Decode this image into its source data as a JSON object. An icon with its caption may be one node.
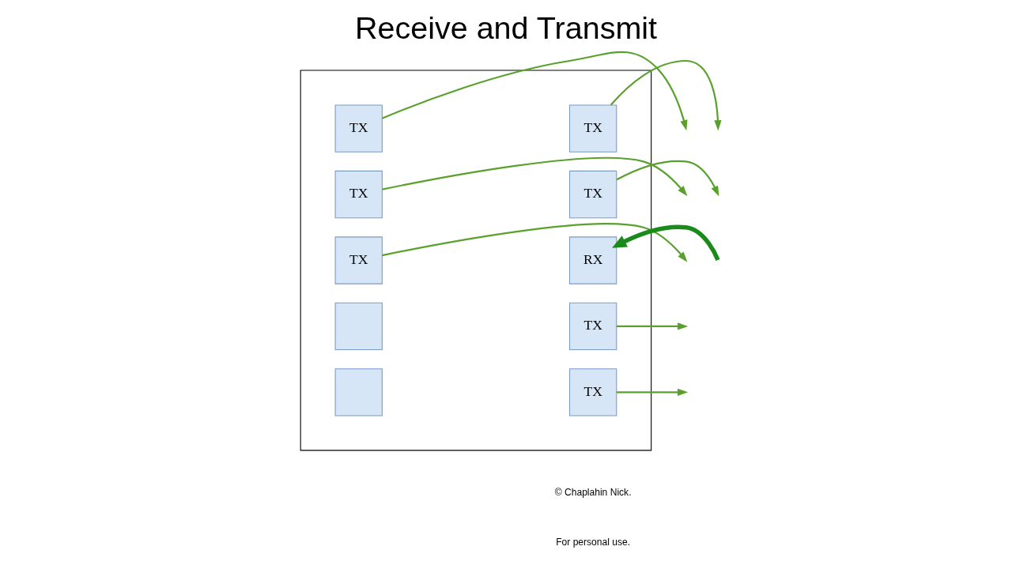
{
  "diagram": {
    "title": "Receive and Transmit",
    "nodes": [
      {
        "text": [],
        "shape": "box"
      },
      {
        "text": [
          "TX"
        ],
        "in": 0
      },
      {
        "text": [
          "TX"
        ],
        "in": 0
      },
      {
        "text": [
          "TX"
        ],
        "in": 0
      },
      {
        "text": [],
        "shape": "box",
        "in": 0
      },
      {
        "text": [],
        "shape": "box",
        "in": 0
      },
      {
        "text": [
          "TX"
        ],
        "in": 0
      },
      {
        "text": [
          "TX"
        ],
        "in": 0
      },
      {
        "text": [
          "RX"
        ],
        "in": 0
      },
      {
        "text": [
          "TX"
        ],
        "in": 0
      },
      {
        "text": [
          "TX"
        ],
        "in": 0
      }
    ],
    "edges": [
      {
        "from": 1,
        "to": null,
        "arrow": "to"
      },
      {
        "from": 2,
        "to": null,
        "arrow": "to"
      },
      {
        "from": 3,
        "to": null,
        "arrow": "to"
      },
      {
        "from": 6,
        "to": null,
        "arrow": "to"
      },
      {
        "from": 7,
        "to": null,
        "arrow": "to"
      },
      {
        "from": null,
        "to": 8,
        "arrow": "to",
        "style": "thick",
        "color": "#1a8a1a"
      },
      {
        "from": 9,
        "to": null,
        "arrow": "to"
      },
      {
        "from": 10,
        "to": null,
        "arrow": "to"
      }
    ],
    "labels": [
      "© Chaplahin Nick.",
      "For personal use."
    ]
  }
}
